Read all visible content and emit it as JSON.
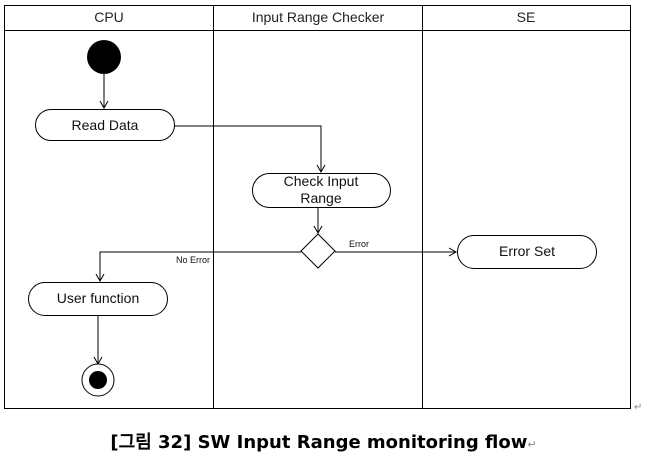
{
  "diagram": {
    "lanes": [
      "CPU",
      "Input Range Checker",
      "SE"
    ],
    "nodes": {
      "read_data": "Read Data",
      "check_input_line1": "Check Input",
      "check_input_line2": "Range",
      "error_set": "Error Set",
      "user_function": "User function"
    },
    "edges": {
      "error": "Error",
      "no_error": "No Error"
    }
  },
  "caption": "[그림 32] SW Input Range monitoring flow",
  "paragraph_mark": "↵"
}
